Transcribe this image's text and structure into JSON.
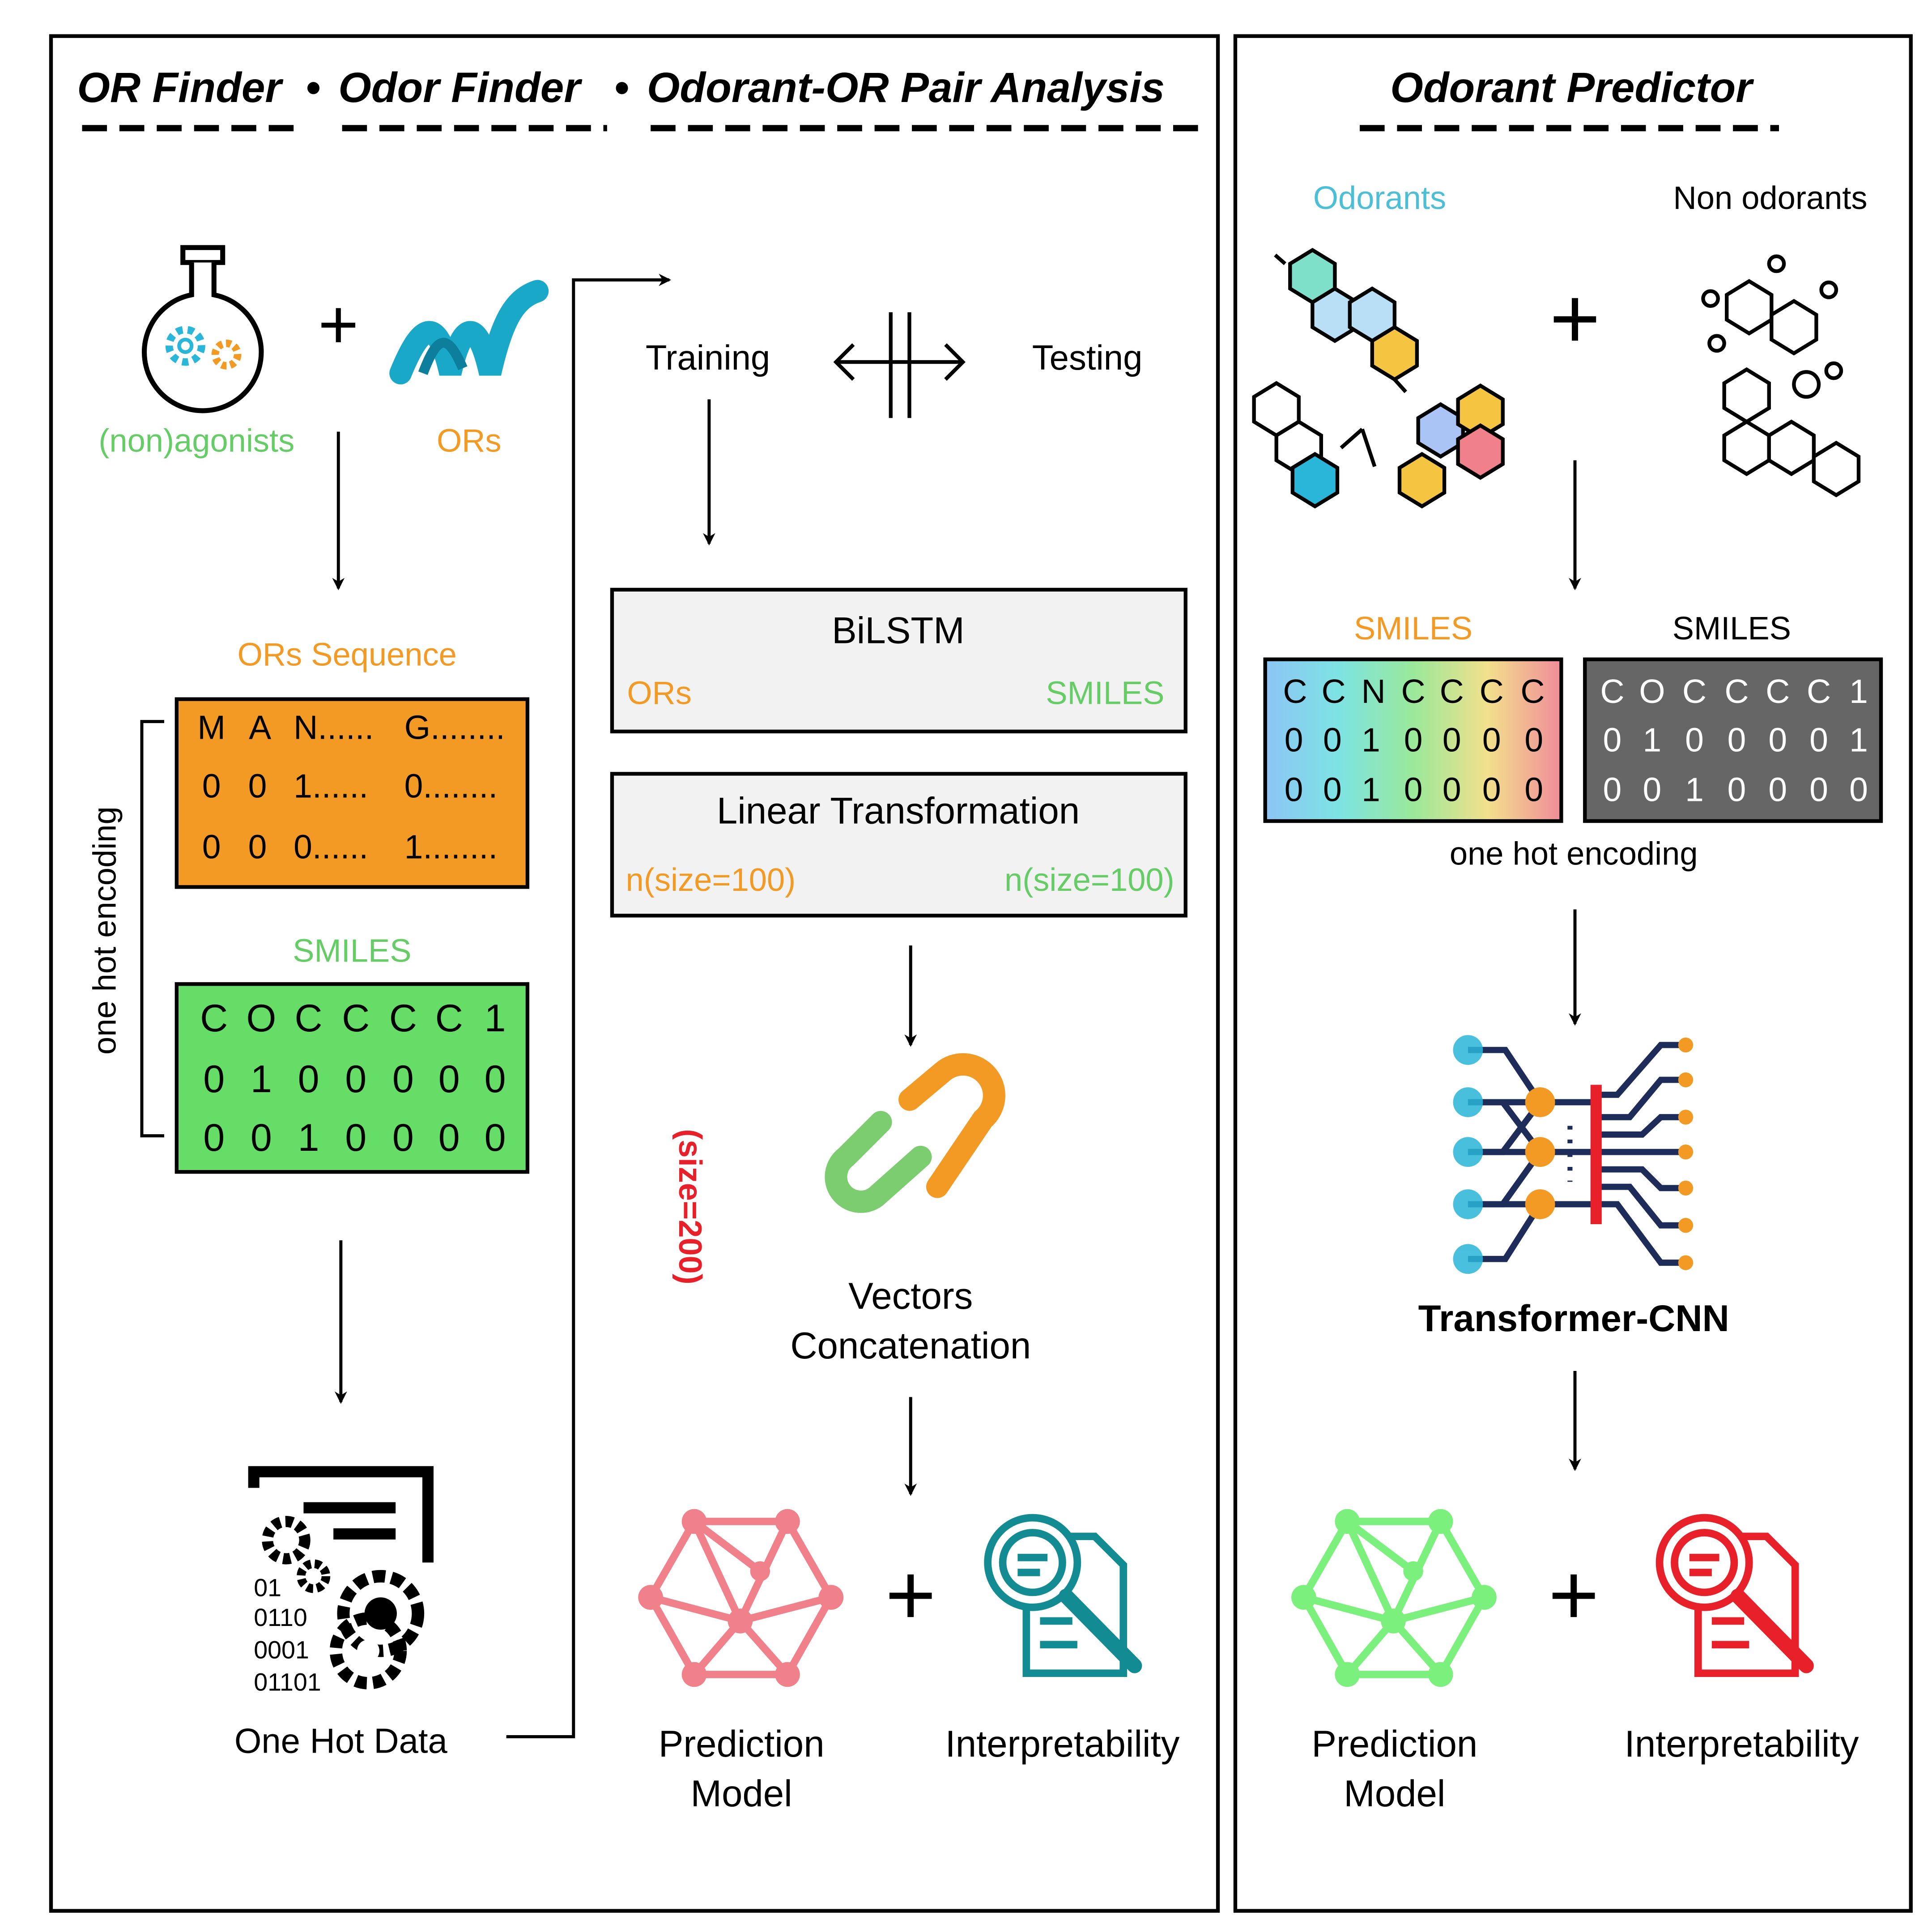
{
  "left_panel": {
    "headings": [
      "OR Finder",
      "Odor Finder",
      "Odorant-OR Pair Analysis"
    ],
    "inputs": {
      "agonists_label": "(non)agonists",
      "ors_label": "ORs"
    },
    "side_label": "one hot encoding",
    "ors_sequence": {
      "title": "ORs Sequence",
      "rows": [
        [
          "M",
          "A",
          "N......",
          "G........"
        ],
        [
          "0",
          "0",
          "1......",
          "0........"
        ],
        [
          "0",
          "0",
          "0......",
          "1........"
        ]
      ]
    },
    "smiles": {
      "title": "SMILES",
      "rows": [
        [
          "C",
          "O",
          "C",
          "C",
          "C",
          "C",
          "1"
        ],
        [
          "0",
          "1",
          "0",
          "0",
          "0",
          "0",
          "0"
        ],
        [
          "0",
          "0",
          "1",
          "0",
          "0",
          "0",
          "0"
        ]
      ]
    },
    "one_hot_icon_lines": [
      "01",
      "0110",
      "0001",
      "01101"
    ],
    "one_hot_label": "One Hot Data",
    "training": "Training",
    "testing": "Testing",
    "bilstm": {
      "title": "BiLSTM",
      "left": "ORs",
      "right": "SMILES"
    },
    "linear": {
      "title": "Linear Transformation",
      "left": "n(size=100)",
      "right": "n(size=100)"
    },
    "size_note": "(size=200)",
    "concat_label": [
      "Vectors",
      "Concatenation"
    ],
    "prediction_label": [
      "Prediction",
      "Model"
    ],
    "interpretability_label": "Interpretability"
  },
  "right_panel": {
    "heading": "Odorant Predictor",
    "odorants_label": "Odorants",
    "non_odorants_label": "Non odorants",
    "smiles_colored": {
      "title": "SMILES",
      "rows": [
        [
          "C",
          "C",
          "N",
          "C",
          "C",
          "C",
          "C"
        ],
        [
          "0",
          "0",
          "1",
          "0",
          "0",
          "0",
          "0"
        ],
        [
          "0",
          "0",
          "1",
          "0",
          "0",
          "0",
          "0"
        ]
      ]
    },
    "smiles_gray": {
      "title": "SMILES",
      "rows": [
        [
          "C",
          "O",
          "C",
          "C",
          "C",
          "C",
          "1"
        ],
        [
          "0",
          "1",
          "0",
          "0",
          "0",
          "0",
          "1"
        ],
        [
          "0",
          "0",
          "1",
          "0",
          "0",
          "0",
          "0"
        ]
      ]
    },
    "encoding_label": "one hot encoding",
    "model_label": "Transformer-CNN",
    "prediction_label": [
      "Prediction",
      "Model"
    ],
    "interpretability_label": "Interpretability"
  },
  "colors": {
    "orange": "#f29a24",
    "green": "#66cc66",
    "blue": "#29b6d8",
    "pink": "#f0808a",
    "red": "#e8202a",
    "teal": "#128c92",
    "navy": "#1e2c5a",
    "box_gray": "#f2f2f2",
    "dark_gray": "#666666"
  }
}
